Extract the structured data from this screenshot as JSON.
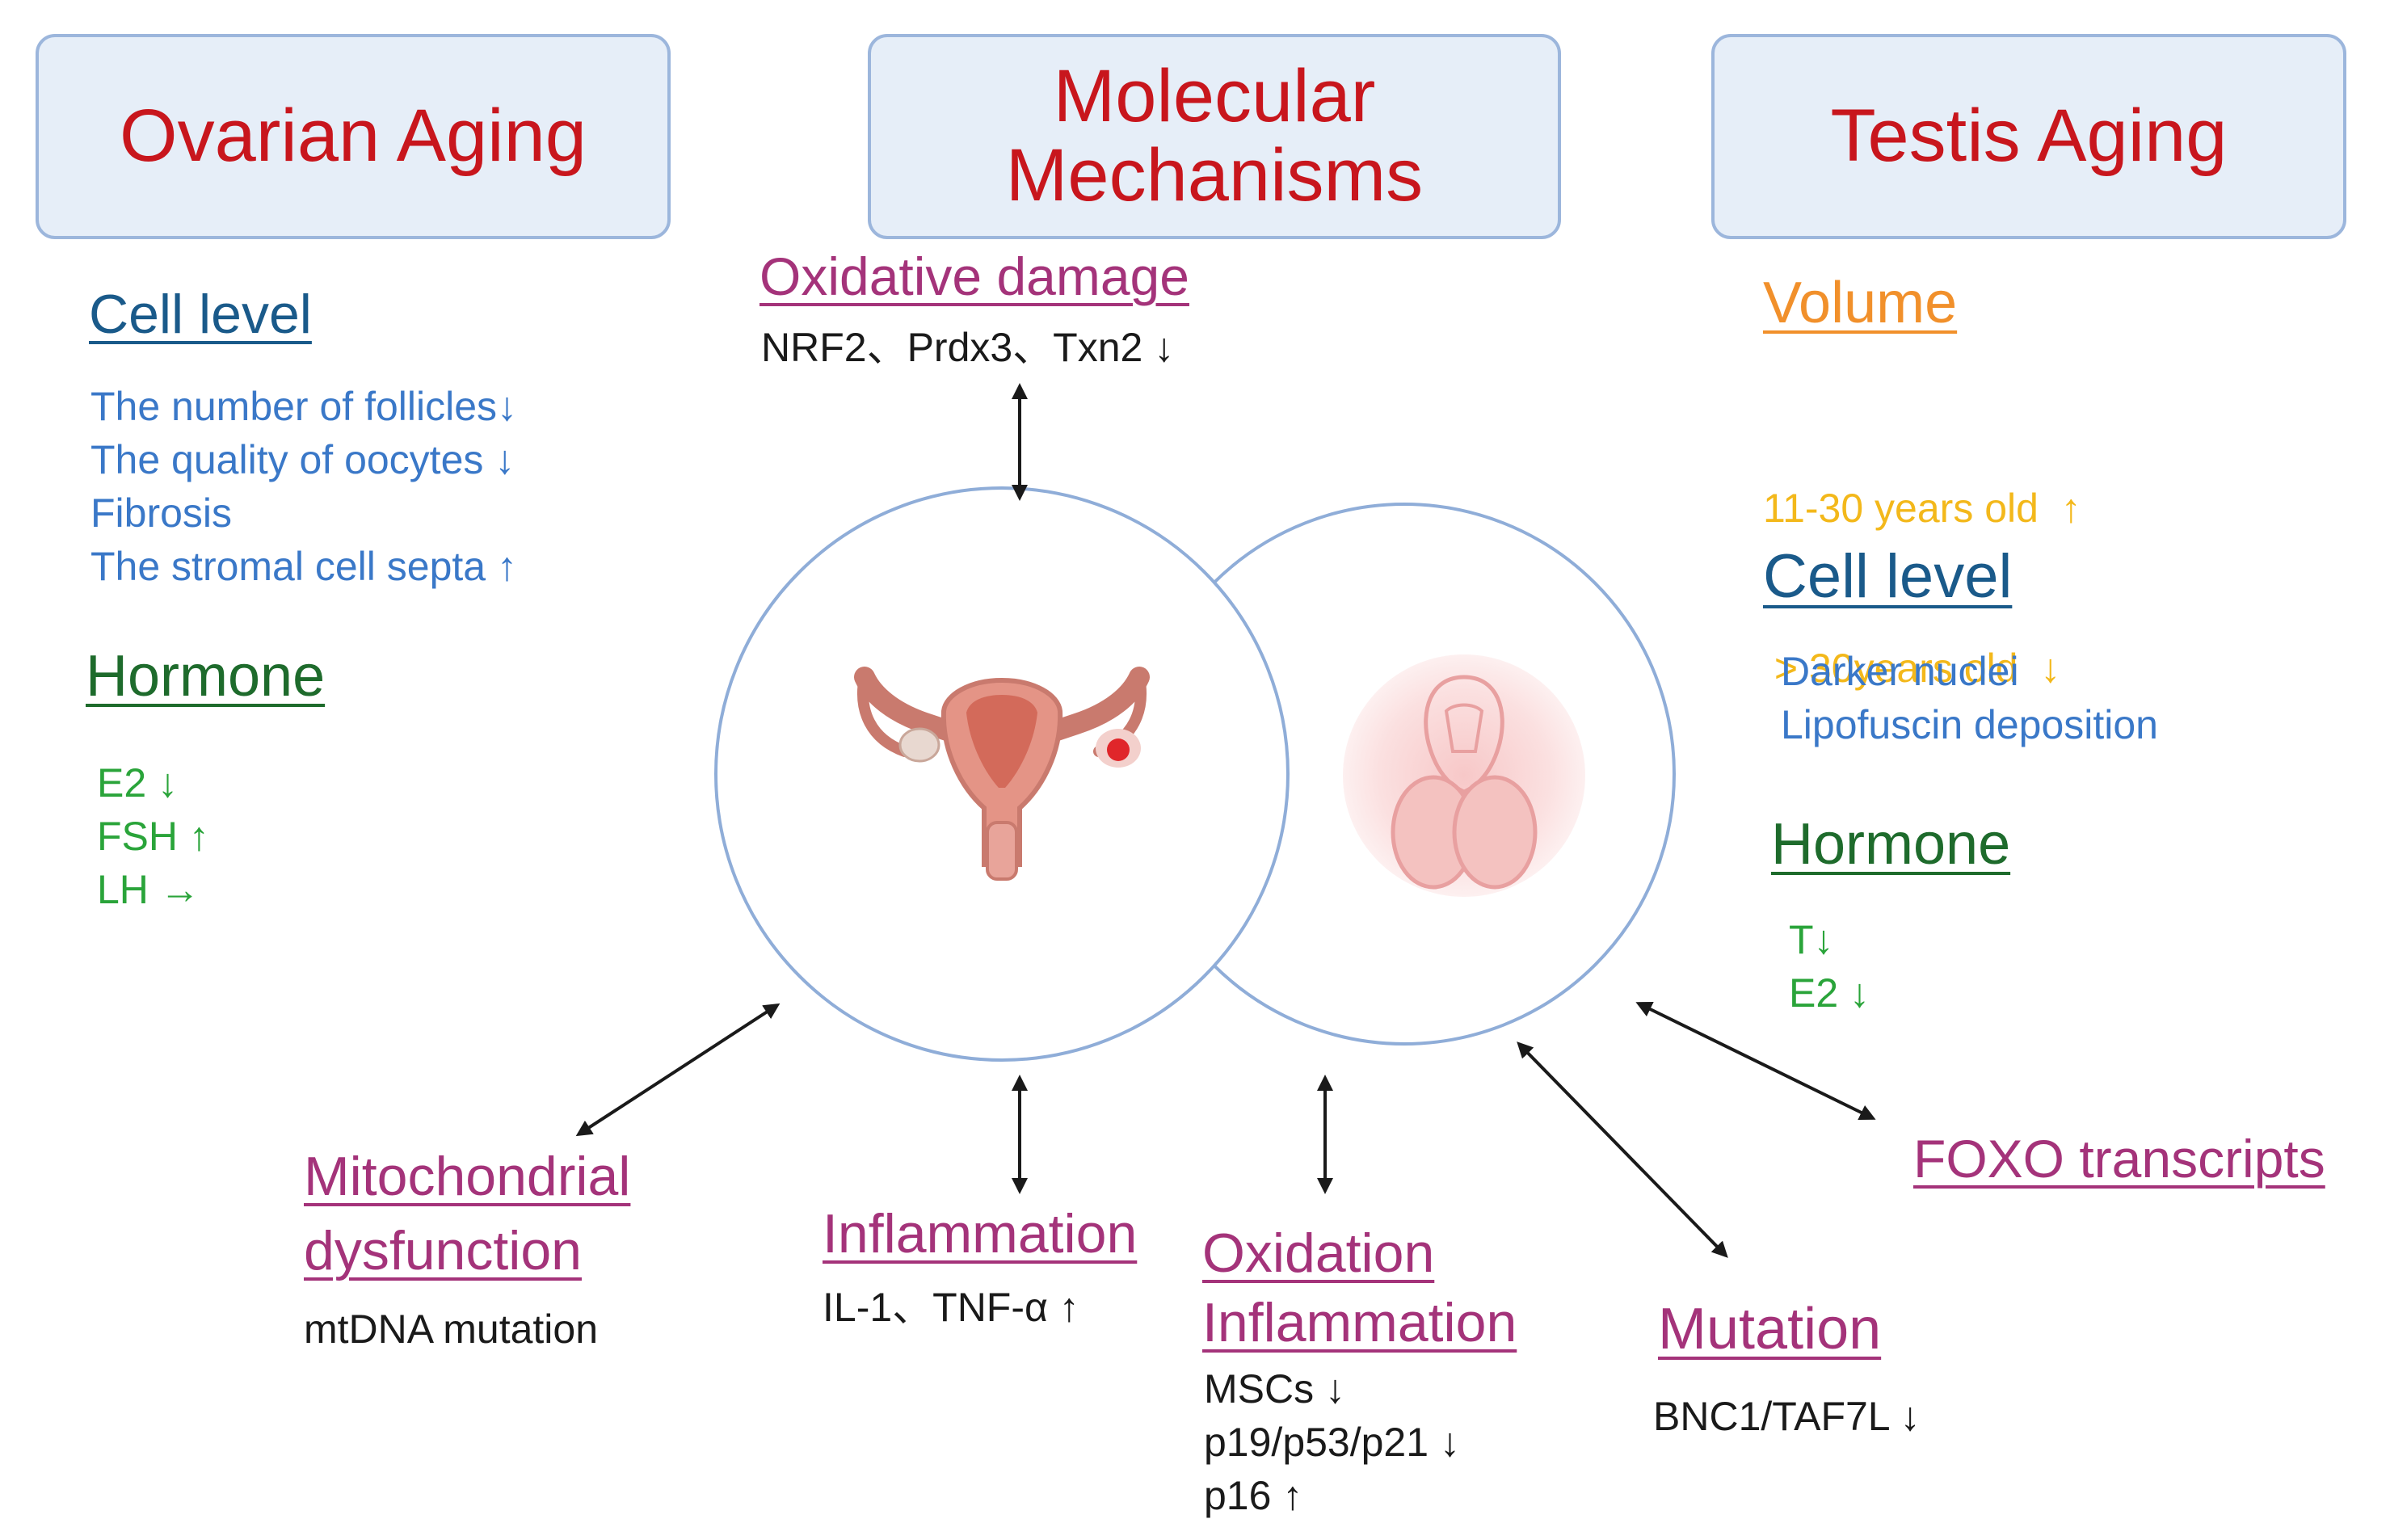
{
  "headers": {
    "ovarian": "Ovarian Aging",
    "molecular_line1": "Molecular",
    "molecular_line2": "Mechanisms",
    "testis": "Testis Aging"
  },
  "ovarian": {
    "cell_title": "Cell level",
    "cell_items": [
      "The number of follicles↓",
      "The quality of oocytes ↓",
      "Fibrosis",
      "The stromal cell septa ↑"
    ],
    "hormone_title": "Hormone",
    "hormone_items": [
      "E2 ↓",
      "FSH ↑",
      "LH →"
    ]
  },
  "testis": {
    "volume_title": "Volume",
    "volume_items": [
      "11-30 years old  ↑",
      " > 30years old  ↓"
    ],
    "cell_title": "Cell level",
    "cell_items": [
      "Darker nuclei",
      "Lipofuscin deposition"
    ],
    "hormone_title": "Hormone",
    "hormone_items": [
      "T↓",
      "E2 ↓"
    ]
  },
  "mechanisms": {
    "oxidative": {
      "title": "Oxidative damage",
      "detail": "NRF2、Prdx3、Txn2 ↓"
    },
    "mito": {
      "title_line1": "Mitochondrial",
      "title_line2": "dysfunction",
      "detail": "mtDNA mutation"
    },
    "inflammation": {
      "title": "Inflammation",
      "detail": "IL-1、TNF-α ↑"
    },
    "oxinfl": {
      "title_line1": "Oxidation",
      "title_line2": "Inflammation",
      "details": [
        "MSCs ↓",
        "p19/p53/p21 ↓",
        "p16 ↑"
      ]
    },
    "mutation": {
      "title": "Mutation",
      "detail": "BNC1/TAF7L ↓"
    },
    "foxo": {
      "title": "FOXO transcripts"
    }
  },
  "colors": {
    "header_text": "#c8161d",
    "header_fill": "#e6eef8",
    "mechanism_title": "#a4337a",
    "circle_stroke": "#8fadd8"
  },
  "icons": [
    "uterus-icon",
    "testis-icon"
  ]
}
